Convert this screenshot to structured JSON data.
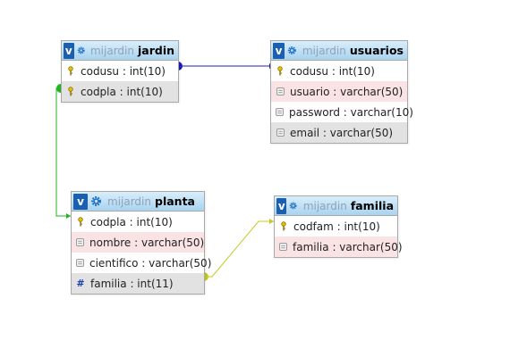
{
  "tables": [
    {
      "id": "jardin",
      "db": "mijardin",
      "name": "jardin",
      "toggle": "v",
      "columns": [
        {
          "label": "codusu : int(10)",
          "icon": "key-icon",
          "style": "pk"
        },
        {
          "label": "codpla : int(10)",
          "icon": "key-icon",
          "style": "idx"
        }
      ]
    },
    {
      "id": "usuarios",
      "db": "mijardin",
      "name": "usuarios",
      "toggle": "v",
      "columns": [
        {
          "label": "codusu : int(10)",
          "icon": "key-icon",
          "style": "pk"
        },
        {
          "label": "usuario : varchar(50)",
          "icon": "column-icon",
          "style": "alt"
        },
        {
          "label": "password : varchar(10)",
          "icon": "column-icon",
          "style": "pk"
        },
        {
          "label": "email : varchar(50)",
          "icon": "column-icon",
          "style": "idx"
        }
      ]
    },
    {
      "id": "planta",
      "db": "mijardin",
      "name": "planta",
      "toggle": "v",
      "columns": [
        {
          "label": "codpla : int(10)",
          "icon": "key-icon",
          "style": "pk"
        },
        {
          "label": "nombre : varchar(50)",
          "icon": "column-icon",
          "style": "alt"
        },
        {
          "label": "cientifico : varchar(50)",
          "icon": "column-icon",
          "style": "pk"
        },
        {
          "label": "familia : int(11)",
          "icon": "index-icon",
          "style": "idx"
        }
      ]
    },
    {
      "id": "familia",
      "db": "mijardin",
      "name": "familia",
      "toggle": "v",
      "columns": [
        {
          "label": "codfam : int(10)",
          "icon": "key-icon",
          "style": "pk"
        },
        {
          "label": "familia : varchar(50)",
          "icon": "column-icon",
          "style": "alt"
        }
      ]
    }
  ],
  "relations": [
    {
      "from": "jardin.codusu",
      "to": "usuarios.codusu",
      "color": "#1c1cb4"
    },
    {
      "from": "jardin.codpla",
      "to": "planta.codpla",
      "color": "#22b422"
    },
    {
      "from": "planta.familia",
      "to": "familia.codfam",
      "color": "#c8c81e"
    }
  ]
}
